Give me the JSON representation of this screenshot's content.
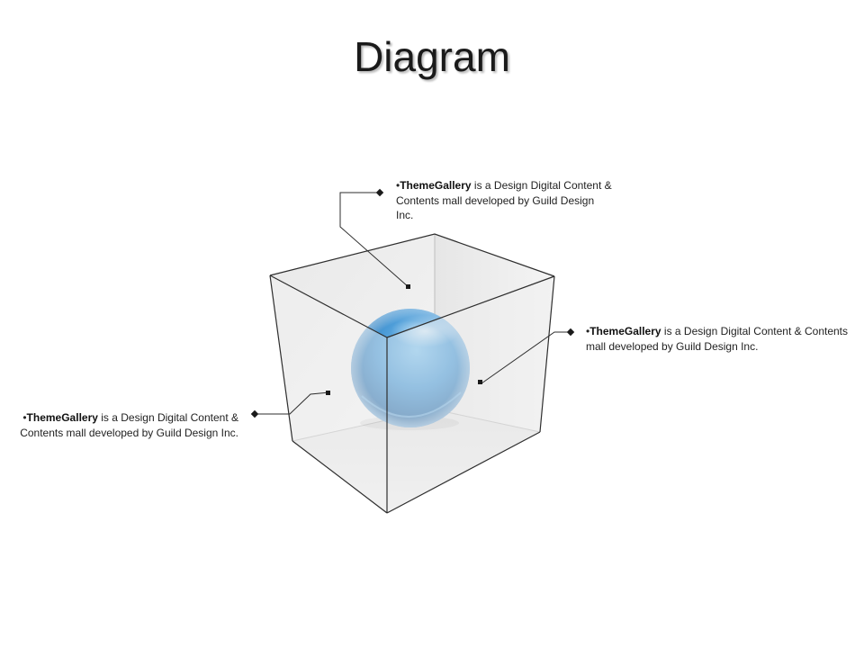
{
  "title": "Diagram",
  "callouts": {
    "top": {
      "bullet": "•",
      "brand": "ThemeGallery",
      "text": " is a Design Digital Content & Contents mall developed by Guild Design Inc."
    },
    "right": {
      "bullet": "•",
      "brand": "ThemeGallery",
      "text": " is a Design Digital Content & Contents mall developed by Guild Design Inc."
    },
    "left": {
      "bullet": "•",
      "brand": "ThemeGallery",
      "text": " is a Design Digital Content & Contents mall developed by Guild Design Inc."
    }
  },
  "colors": {
    "sphere": "#4b98d2",
    "cube_edge": "#2a2a2a",
    "cube_face": "#ececec",
    "leader": "#2a2a2a"
  }
}
